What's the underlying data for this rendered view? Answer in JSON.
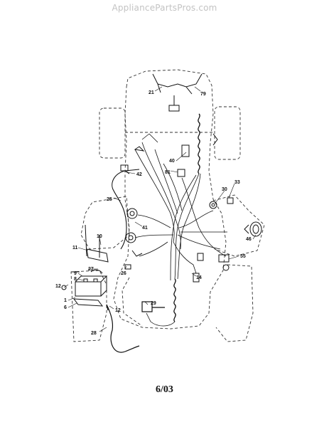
{
  "watermark": "AppliancePartsPros.com",
  "date_code": "6/03",
  "callouts": {
    "c21": "21",
    "c79": "79",
    "c40": "40",
    "c42": "42",
    "c81": "81",
    "c33": "33",
    "c30": "30",
    "c25": "25",
    "c41": "41",
    "c10": "10",
    "c11": "11",
    "c27": "27",
    "c9": "9",
    "c8": "8",
    "c12a": "12",
    "c1": "1",
    "c6": "6",
    "c26": "26",
    "c14": "14",
    "c29": "29",
    "c12b": "12",
    "c28": "28",
    "c46": "46",
    "c55": "55"
  }
}
